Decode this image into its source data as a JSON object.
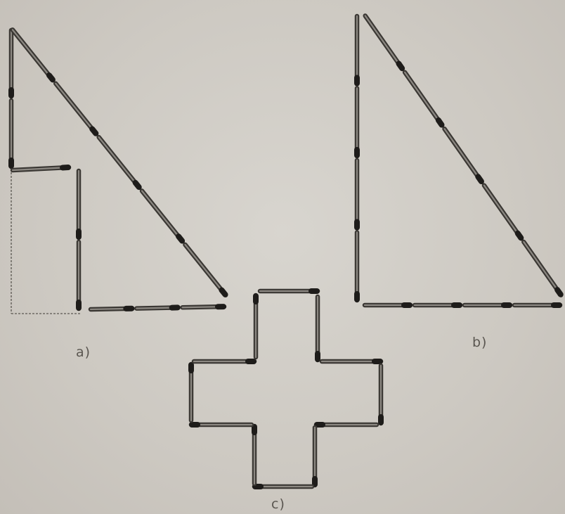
{
  "figures": [
    {
      "id": "a",
      "label": "a)"
    },
    {
      "id": "b",
      "label": "b)"
    },
    {
      "id": "c",
      "label": "c)"
    }
  ],
  "colors": {
    "background": "#cfcbc5",
    "matchstick_edge": "#3a3733",
    "matchstick_core": "#8c8882",
    "matchstick_head": "#1e1c1a",
    "faint_line": "#6f6b65",
    "label_text": "#5a5650"
  }
}
